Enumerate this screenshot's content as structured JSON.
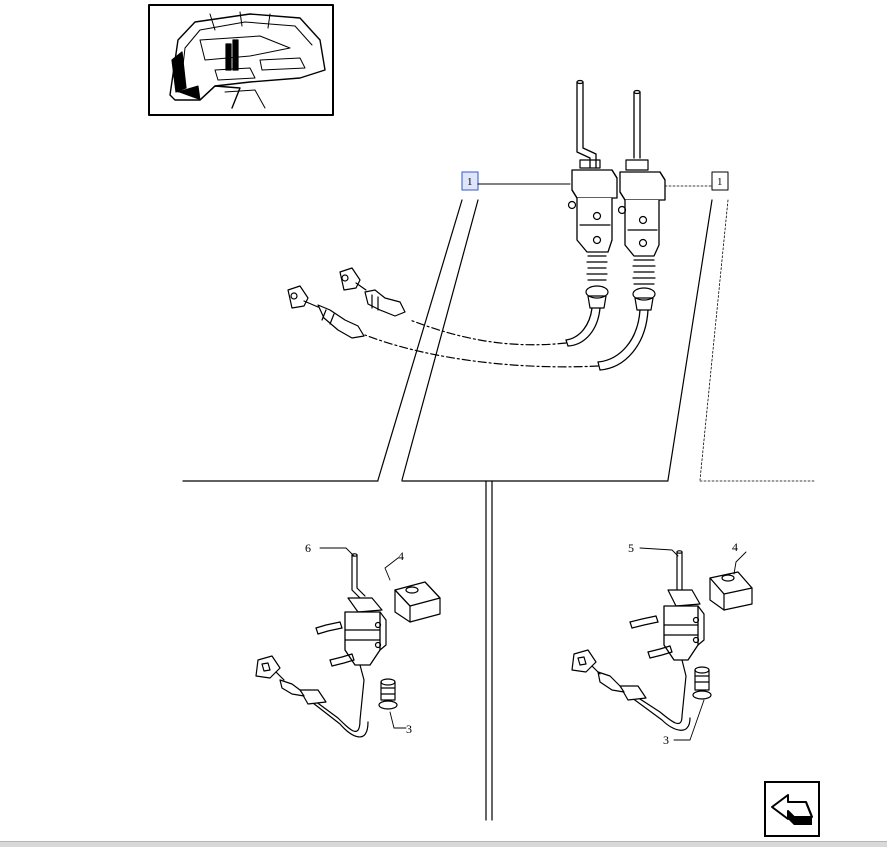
{
  "reference_marks": {
    "left": "1",
    "right": "1"
  },
  "left_detail": {
    "callout_6": "6",
    "callout_4": "4",
    "callout_3": "3"
  },
  "right_detail": {
    "callout_5": "5",
    "callout_4": "4",
    "callout_3": "3"
  },
  "navigation": {
    "back_icon": "return-arrow-icon"
  },
  "colors": {
    "line": "#000000",
    "highlight": "#5a78d8",
    "background": "#ffffff"
  }
}
